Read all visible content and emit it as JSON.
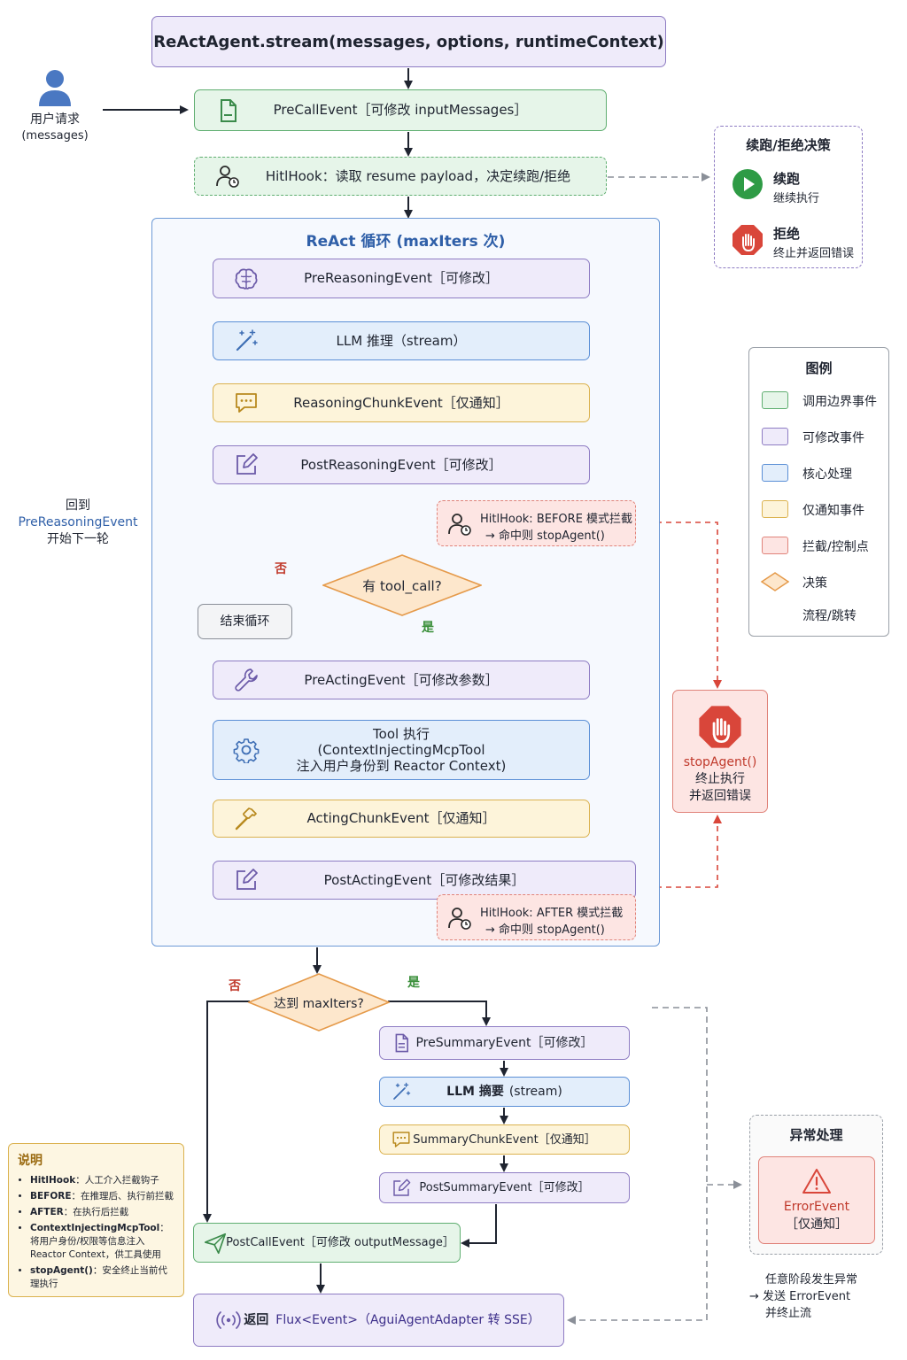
{
  "top_title": "ReActAgent.stream(messages, options, runtimeContext)",
  "user": {
    "label": "用户请求",
    "sub": "(messages)"
  },
  "precall": {
    "name": "PreCallEvent",
    "tag": "［可修改 inputMessages］"
  },
  "hitl_top": {
    "label": "HitlHook：读取 resume payload，决定续跑/拒绝"
  },
  "decision_panel": {
    "title": "续跑/拒绝决策",
    "resume_title": "续跑",
    "resume_sub": "继续执行",
    "reject_title": "拒绝",
    "reject_sub": "终止并返回错误"
  },
  "loop": {
    "title": "ReAct 循环 (maxIters 次)",
    "pre_reasoning": {
      "name": "PreReasoningEvent",
      "tag": "［可修改］"
    },
    "llm": {
      "name": "LLM 推理",
      "tag": "（stream）"
    },
    "reasoning_chunk": {
      "name": "ReasoningChunkEvent",
      "tag": "［仅通知］"
    },
    "post_reasoning": {
      "name": "PostReasoningEvent",
      "tag": "［可修改］"
    },
    "hitl_before": {
      "line1": "HitlHook: BEFORE 模式拦截",
      "line2": "→ 命中则 stopAgent()"
    },
    "decision": {
      "label": "有 tool_call?",
      "no": "否",
      "yes": "是"
    },
    "end_loop": "结束循环",
    "pre_acting": {
      "name": "PreActingEvent",
      "tag": "［可修改参数］"
    },
    "tool": {
      "line1": "Tool 执行",
      "line2": "(ContextInjectingMcpTool",
      "line3": "注入用户身份到 Reactor Context)"
    },
    "acting_chunk": {
      "name": "ActingChunkEvent",
      "tag": "［仅通知］"
    },
    "post_acting": {
      "name": "PostActingEvent",
      "tag": "［可修改结果］"
    },
    "hitl_after": {
      "line1": "HitlHook: AFTER 模式拦截",
      "line2": "→ 命中则 stopAgent()"
    }
  },
  "loop_back": {
    "line1": "回到",
    "line2": "PreReasoningEvent",
    "line3": "开始下一轮"
  },
  "legend": {
    "title": "图例",
    "items": [
      "调用边界事件",
      "可修改事件",
      "核心处理",
      "仅通知事件",
      "拦截/控制点",
      "决策",
      "流程/跳转"
    ]
  },
  "stop_agent": {
    "line1": "stopAgent()",
    "line2": "终止执行",
    "line3": "并返回错误"
  },
  "max_iters": {
    "label": "达到 maxIters?",
    "no": "否",
    "yes": "是"
  },
  "summary": {
    "pre": {
      "name": "PreSummaryEvent",
      "tag": "［可修改］"
    },
    "llm": {
      "name": "LLM 摘要",
      "tag": "(stream)"
    },
    "chunk": {
      "name": "SummaryChunkEvent",
      "tag": "［仅通知］"
    },
    "post": {
      "name": "PostSummaryEvent",
      "tag": "［可修改］"
    }
  },
  "postcall": {
    "name": "PostCallEvent",
    "tag": "［可修改 outputMessage］"
  },
  "return_box": {
    "prefix": "返回",
    "text": "Flux<Event>（AguiAgentAdapter 转 SSE）"
  },
  "exception": {
    "title": "异常处理",
    "event": "ErrorEvent",
    "tag": "［仅通知］",
    "note1": "任意阶段发生异常",
    "note2": "→ 发送 ErrorEvent",
    "note3": "并终止流"
  },
  "note": {
    "title": "说明",
    "items": [
      {
        "k": "HitlHook",
        "v": "：人工介入拦截钩子"
      },
      {
        "k": "BEFORE",
        "v": "：在推理后、执行前拦截"
      },
      {
        "k": "AFTER",
        "v": "：在执行后拦截"
      },
      {
        "k": "ContextInjectingMcpTool",
        "v": "："
      },
      {
        "k": "",
        "v": "将用户身份/权限等信息注入"
      },
      {
        "k": "",
        "v": "Reactor Context，供工具使用"
      },
      {
        "k": "stopAgent()",
        "v": "：安全终止当前代理执行"
      }
    ]
  },
  "colors": {
    "purple_fill": "#efebfa",
    "purple_border": "#8e7cc3",
    "green_fill": "#e6f5e9",
    "green_border": "#5fae70",
    "blue_fill": "#e3eefb",
    "blue_border": "#5b8fd6",
    "yellow_fill": "#fdf4da",
    "yellow_border": "#dbb24f",
    "red_fill": "#fde5e3",
    "red_border": "#e0837a",
    "decision_fill": "#fde7cc",
    "decision_border": "#e59a4a",
    "no_color": "#c0392b",
    "yes_color": "#3a8f3a",
    "title_blue": "#2f5fa8"
  }
}
